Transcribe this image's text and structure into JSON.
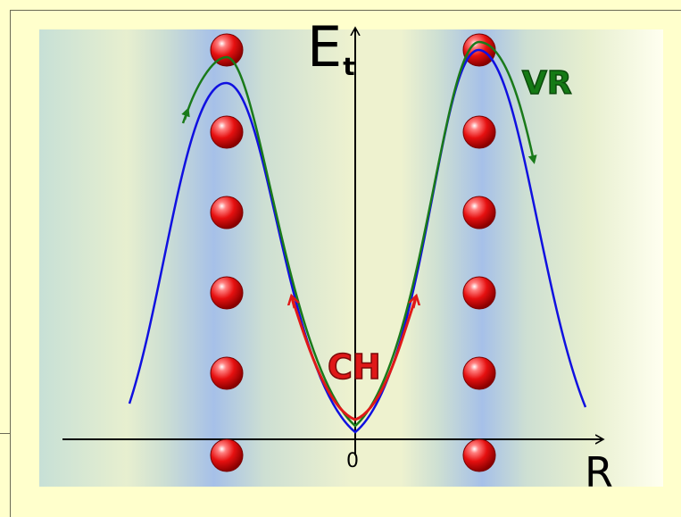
{
  "diagram": {
    "y_axis_label": "E",
    "y_axis_subscript": "t",
    "x_axis_label": "R",
    "origin_label": "0",
    "vr_label": "VR",
    "ch_label": "CH",
    "colors": {
      "background": "#ffffcc",
      "potential_curve": "#1010e0",
      "vr_trajectory": "#1a7a1a",
      "ch_trajectory": "#e01818",
      "atom": "#e01010",
      "atom_plane": "#6f8fe8"
    },
    "atom_rows": 2,
    "atoms_per_row": 6
  }
}
